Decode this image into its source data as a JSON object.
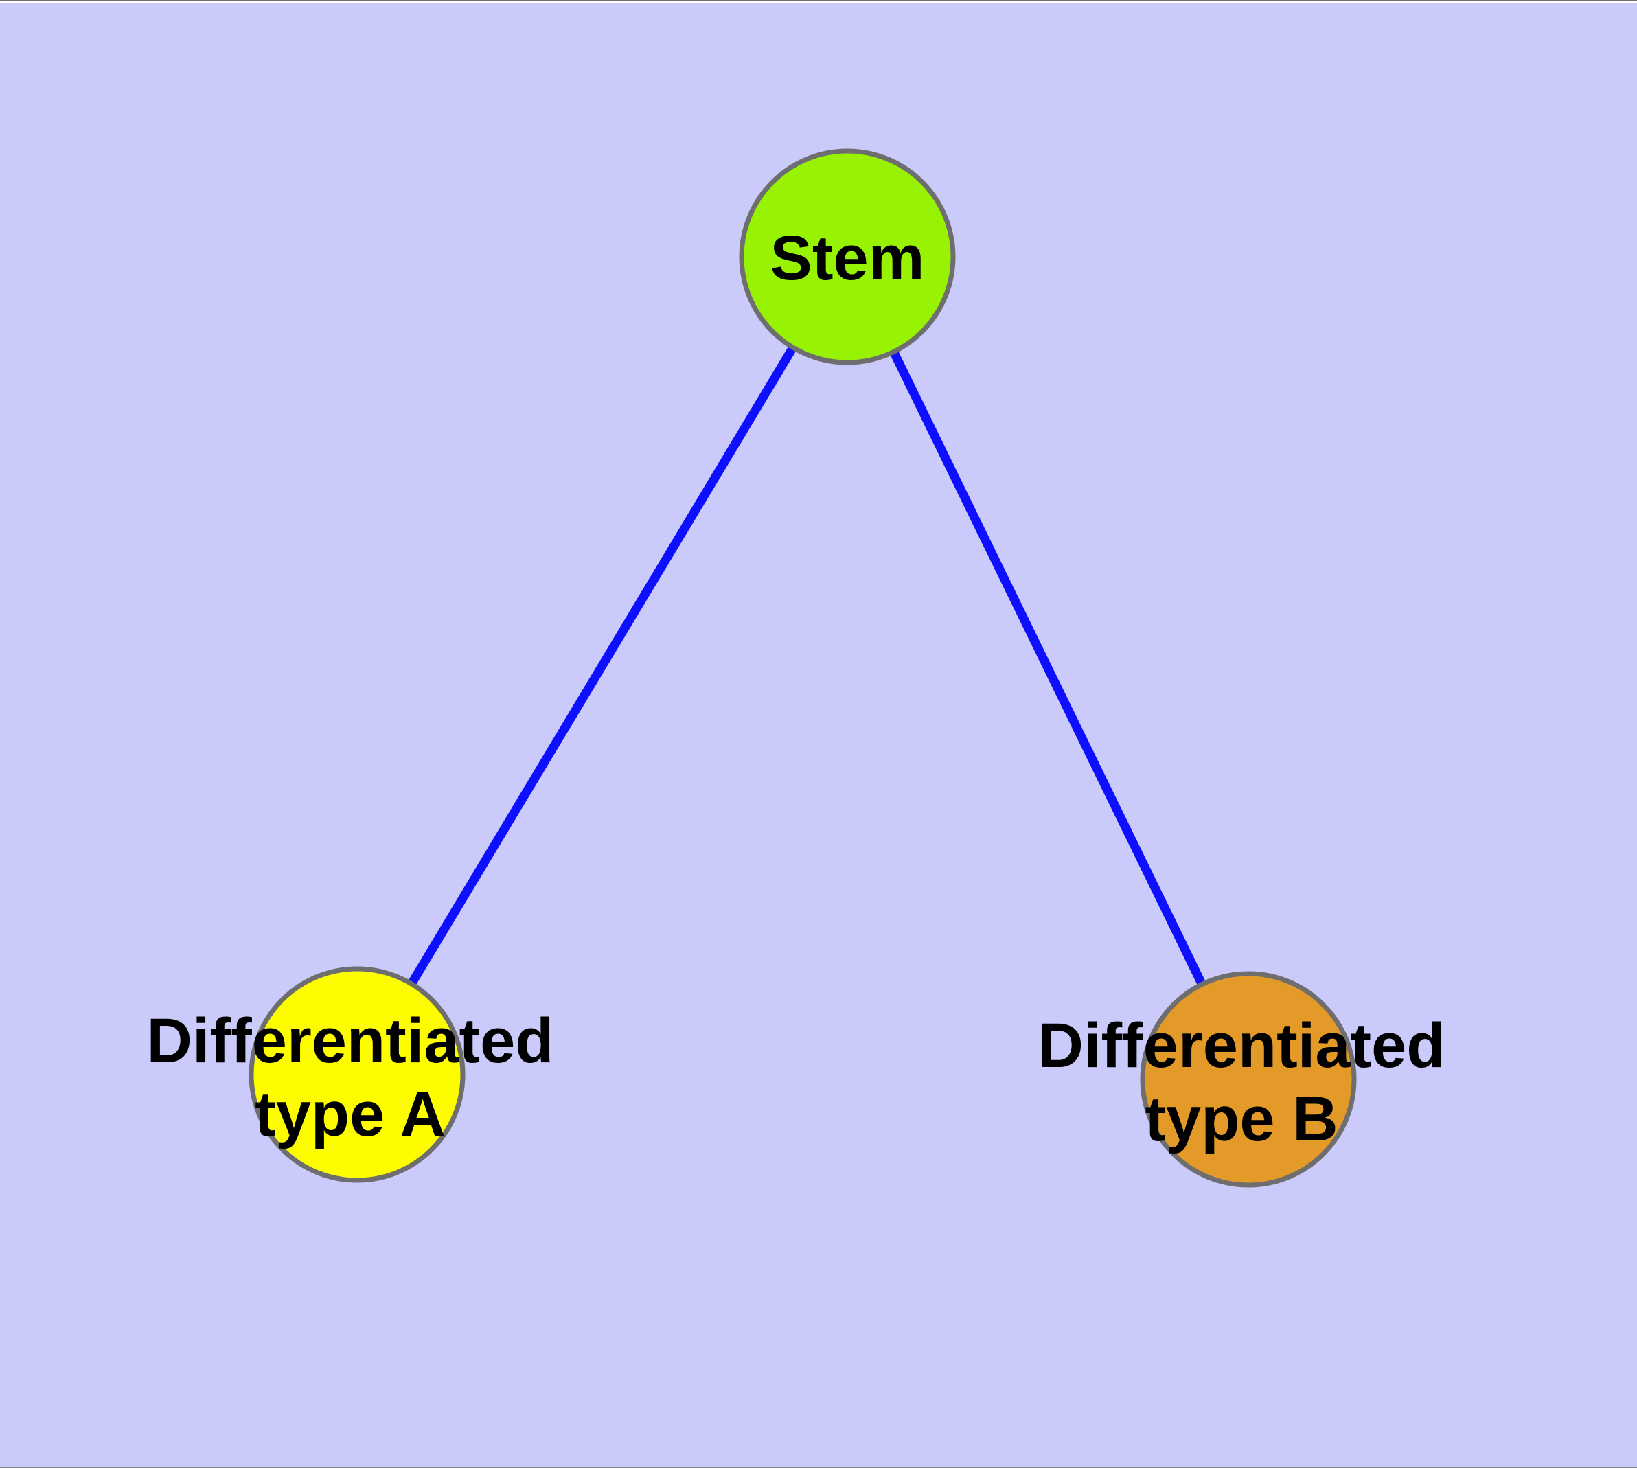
{
  "graph": {
    "background_color": "#cacafb",
    "edge_color": "#0f0fff",
    "node_border_color": "#6e6e6e",
    "label_color": "#000000",
    "nodes": {
      "stem": {
        "label": "Stem",
        "fill_color": "#97f303"
      },
      "differentiated_type_a": {
        "label_line1": "Differentiated",
        "label_line2": "type A",
        "fill_color": "#fdfd00"
      },
      "differentiated_type_b": {
        "label_line1": "Differentiated",
        "label_line2": "type B",
        "fill_color": "#e39a28"
      }
    },
    "edges": [
      {
        "from": "stem",
        "to": "differentiated_type_a"
      },
      {
        "from": "stem",
        "to": "differentiated_type_b"
      }
    ]
  }
}
